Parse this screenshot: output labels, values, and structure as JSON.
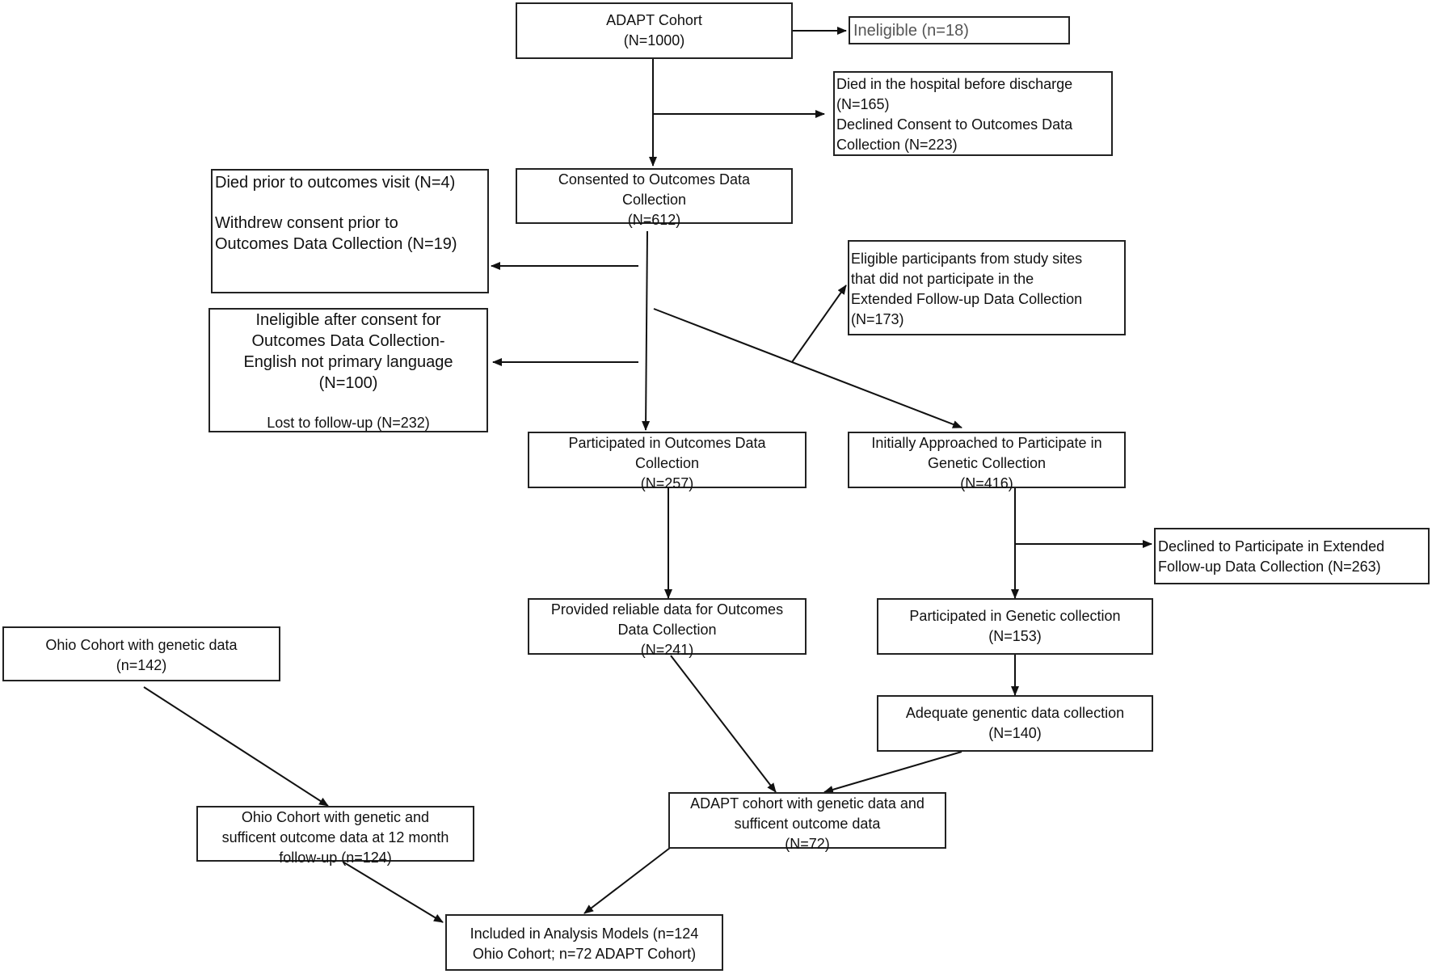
{
  "boxes": {
    "adapt": [
      "ADAPT Cohort",
      "(N=1000)"
    ],
    "ineligible": [
      "Ineligible (n=18)"
    ],
    "died_declined": [
      "Died in the hospital before discharge",
      "(N=165)",
      "Declined Consent to Outcomes Data",
      "Collection (N=223)"
    ],
    "consented": [
      "Consented to Outcomes Data",
      "Collection",
      "(N=612)"
    ],
    "died_withdrew": [
      "Died prior to outcomes visit (N=4)",
      "Withdrew consent  prior to",
      "Outcomes Data Collection (N=19)"
    ],
    "ineligible_english": [
      "Ineligible after consent for",
      "Outcomes Data Collection-",
      "English not primary language",
      "(N=100)",
      "Lost to follow-up (N=232)"
    ],
    "sites": [
      "Eligible participants from study sites",
      "that did not participate in the",
      "Extended Follow-up Data Collection",
      "(N=173)"
    ],
    "participated_outcomes": [
      "Participated in Outcomes Data",
      "Collection",
      "(N=257)"
    ],
    "approached_genetic": [
      "Initially Approached to Participate in",
      "Genetic Collection",
      "(N=416)"
    ],
    "declined_extended": [
      "Declined to Participate in Extended",
      "Follow-up Data Collection (N=263)"
    ],
    "reliable": [
      "Provided reliable data for Outcomes",
      "Data Collection",
      "(N=241)"
    ],
    "participated_genetic": [
      "Participated in Genetic collection",
      "(N=153)"
    ],
    "ohio_genetic": [
      "Ohio Cohort with genetic data",
      "(n=142)"
    ],
    "adequate_genetic": [
      "Adequate genentic data collection",
      "(N=140)"
    ],
    "adapt_sufficient": [
      "ADAPT cohort with genetic data and",
      "sufficent outcome data",
      "(N=72)"
    ],
    "ohio_sufficient": [
      "Ohio Cohort with genetic and",
      "sufficent outcome data at 12 month",
      "follow-up (n=124)"
    ],
    "included": [
      "Included in Analysis Models (n=124",
      "Ohio Cohort; n=72 ADAPT Cohort)"
    ]
  }
}
